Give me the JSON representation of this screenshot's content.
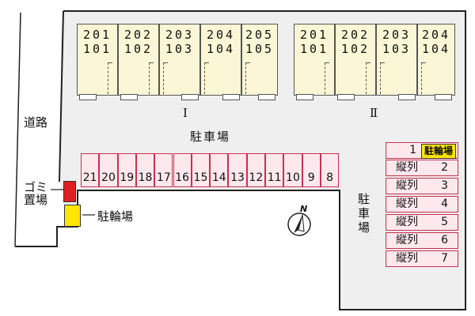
{
  "road_label": "道路",
  "garbage_label": "ゴミ置場",
  "bicycle_label": "駐輪場",
  "parking_label_center": "駐車場",
  "parking_label_side": "駐車場",
  "compass_label": "N",
  "buildings": [
    {
      "label": "Ⅰ",
      "units": [
        {
          "upper": "201",
          "lower": "101"
        },
        {
          "upper": "202",
          "lower": "102"
        },
        {
          "upper": "203",
          "lower": "103"
        },
        {
          "upper": "204",
          "lower": "104"
        },
        {
          "upper": "205",
          "lower": "105"
        }
      ]
    },
    {
      "label": "Ⅱ",
      "units": [
        {
          "upper": "201",
          "lower": "101"
        },
        {
          "upper": "202",
          "lower": "102"
        },
        {
          "upper": "203",
          "lower": "103"
        },
        {
          "upper": "204",
          "lower": "104"
        }
      ]
    }
  ],
  "parking_row": [
    "21",
    "20",
    "19",
    "18",
    "17",
    "16",
    "15",
    "14",
    "13",
    "12",
    "11",
    "10",
    "9",
    "8"
  ],
  "right_column": [
    {
      "label": "",
      "value": "1",
      "tag": "駐輪場"
    },
    {
      "label": "縦列",
      "value": "2"
    },
    {
      "label": "縦列",
      "value": "3"
    },
    {
      "label": "縦列",
      "value": "4"
    },
    {
      "label": "縦列",
      "value": "5"
    },
    {
      "label": "縦列",
      "value": "6"
    },
    {
      "label": "縦列",
      "value": "7"
    }
  ],
  "colors": {
    "lot": "#f0f0f0",
    "unit": "#fbf6d5",
    "parking_fill": "#fde8ee",
    "parking_border": "#c83050",
    "garbage": "#e02020",
    "bicycle": "#ffe600"
  }
}
